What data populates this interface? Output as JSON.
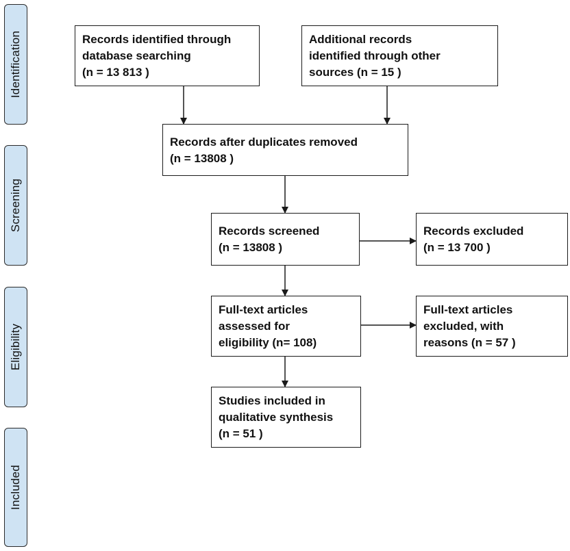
{
  "phases": {
    "identification": "Identification",
    "screening": "Screening",
    "eligibility": "Eligibility",
    "included": "Included"
  },
  "boxes": {
    "database_records": {
      "lines": [
        "Records identified through",
        "database searching",
        "(n = 13 813   )"
      ]
    },
    "additional_records": {
      "lines": [
        "Additional records",
        "identified through other",
        "sources (n = 15  )"
      ]
    },
    "duplicates_removed": {
      "lines": [
        "Records after duplicates removed",
        "(n = 13808  )"
      ]
    },
    "records_screened": {
      "lines": [
        "Records screened",
        "(n = 13808   )"
      ]
    },
    "records_excluded": {
      "lines": [
        "Records excluded",
        "(n = 13 700  )"
      ]
    },
    "fulltext_assessed": {
      "lines": [
        "Full-text articles",
        "assessed for",
        "eligibility  (n= 108)"
      ]
    },
    "fulltext_excluded": {
      "lines": [
        "Full-text articles",
        "excluded, with",
        "reasons (n = 57  )"
      ]
    },
    "studies_included": {
      "lines": [
        "Studies included in",
        "qualitative synthesis",
        "(n = 51  )"
      ]
    }
  }
}
